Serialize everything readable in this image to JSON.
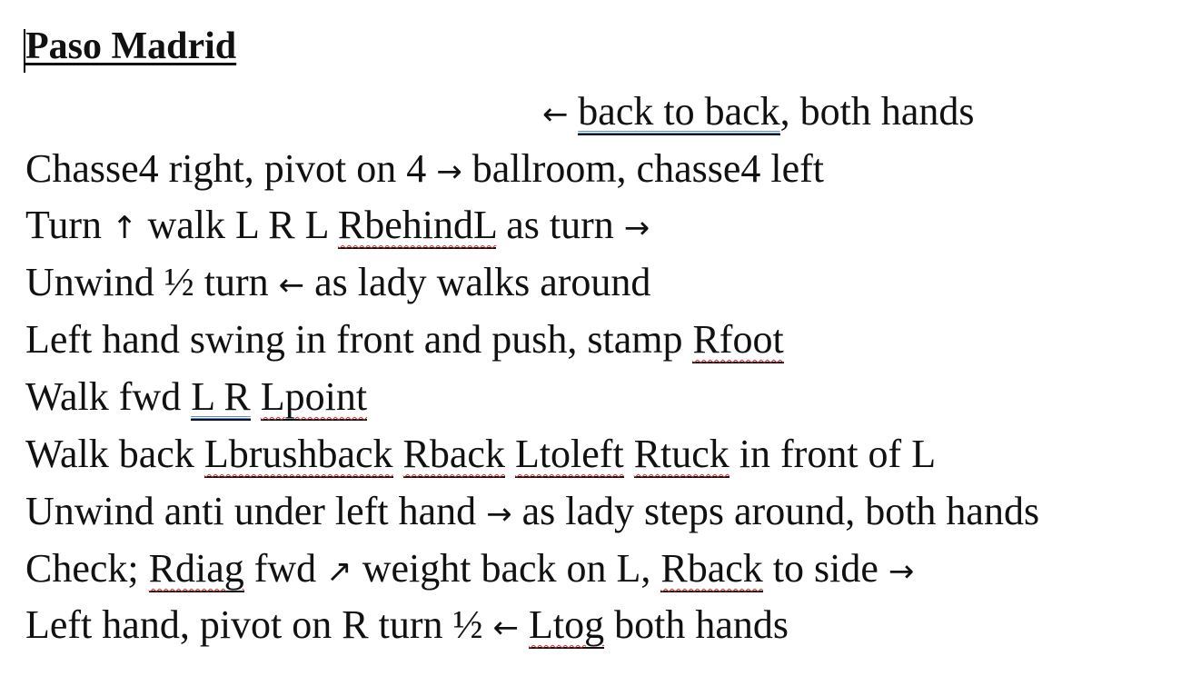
{
  "document": {
    "title": "Paso Madrid",
    "lines": [
      {
        "segments": [
          {
            "text": "← ",
            "style": "arrow"
          },
          {
            "text": "back to back",
            "style": "grammar-ul"
          },
          {
            "text": ", both hands",
            "style": "plain"
          }
        ]
      },
      {
        "segments": [
          {
            "text": "Chasse4 right, pivot on 4 ",
            "style": "plain"
          },
          {
            "text": "→",
            "style": "arrow"
          },
          {
            "text": " ballroom, chasse4 left",
            "style": "plain"
          }
        ]
      },
      {
        "segments": [
          {
            "text": "Turn ",
            "style": "plain"
          },
          {
            "text": "↑",
            "style": "arrow"
          },
          {
            "text": " walk L R L ",
            "style": "plain"
          },
          {
            "text": "RbehindL",
            "style": "spell-ul"
          },
          {
            "text": " as turn ",
            "style": "plain"
          },
          {
            "text": "→",
            "style": "arrow"
          }
        ]
      },
      {
        "segments": [
          {
            "text": "Unwind ½ turn ",
            "style": "plain"
          },
          {
            "text": "←",
            "style": "arrow"
          },
          {
            "text": " as lady walks around",
            "style": "plain"
          }
        ]
      },
      {
        "segments": [
          {
            "text": "Left hand swing in front and push, stamp ",
            "style": "plain"
          },
          {
            "text": "Rfoot",
            "style": "spell-ul"
          }
        ]
      },
      {
        "segments": [
          {
            "text": "Walk fwd ",
            "style": "plain"
          },
          {
            "text": "L R",
            "style": "grammar-ul"
          },
          {
            "text": " ",
            "style": "plain"
          },
          {
            "text": "Lpoint",
            "style": "spell-ul"
          }
        ]
      },
      {
        "segments": [
          {
            "text": "Walk back ",
            "style": "plain"
          },
          {
            "text": "Lbrushback",
            "style": "spell-ul"
          },
          {
            "text": " ",
            "style": "plain"
          },
          {
            "text": "Rback",
            "style": "spell-ul"
          },
          {
            "text": " ",
            "style": "plain"
          },
          {
            "text": "Ltoleft",
            "style": "spell-ul"
          },
          {
            "text": " ",
            "style": "plain"
          },
          {
            "text": "Rtuck",
            "style": "spell-ul"
          },
          {
            "text": " in front of L",
            "style": "plain"
          }
        ]
      },
      {
        "segments": [
          {
            "text": "Unwind anti under left hand ",
            "style": "plain"
          },
          {
            "text": "→",
            "style": "arrow"
          },
          {
            "text": " as lady steps around, both hands",
            "style": "plain"
          }
        ]
      },
      {
        "segments": [
          {
            "text": "Check; ",
            "style": "plain"
          },
          {
            "text": "Rdiag",
            "style": "spell-ul"
          },
          {
            "text": " fwd ",
            "style": "plain"
          },
          {
            "text": "↗",
            "style": "arrow"
          },
          {
            "text": " weight back on L, ",
            "style": "plain"
          },
          {
            "text": "Rback",
            "style": "spell-ul"
          },
          {
            "text": " to side ",
            "style": "plain"
          },
          {
            "text": "→",
            "style": "arrow"
          }
        ]
      },
      {
        "segments": [
          {
            "text": "Left hand, pivot on R turn ½ ",
            "style": "plain"
          },
          {
            "text": "←",
            "style": "arrow"
          },
          {
            "text": " ",
            "style": "plain"
          },
          {
            "text": "Ltog",
            "style": "spell-ul"
          },
          {
            "text": " both hands",
            "style": "plain"
          }
        ]
      }
    ]
  },
  "colors": {
    "text": "#111111",
    "spelling_underline": "#d62b2b",
    "grammar_underline": "#5a8fd8",
    "background": "#ffffff"
  }
}
